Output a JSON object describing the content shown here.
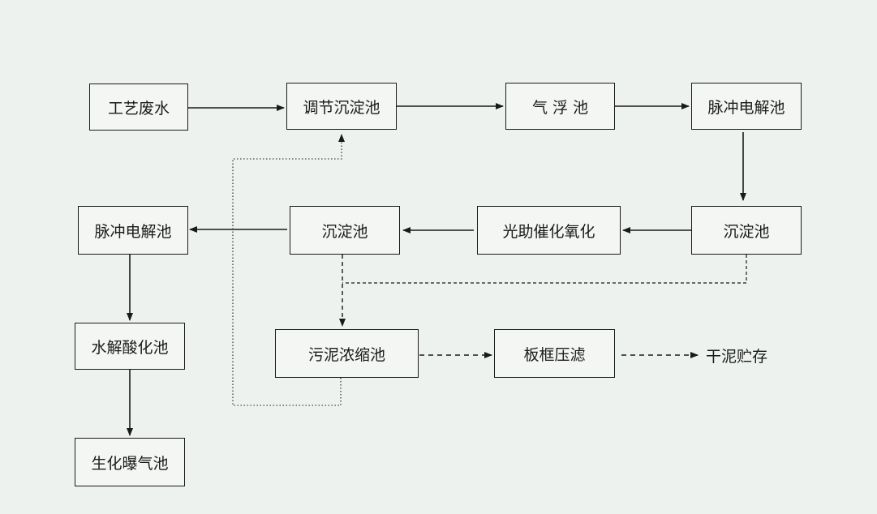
{
  "nodes": {
    "wastewater": "工艺废水",
    "equalization_tank": "调节沉淀池",
    "flotation_tank": "气 浮 池",
    "pulse_electrolysis_1": "脉冲电解池",
    "settling_tank_right": "沉淀池",
    "photocatalytic_oxidation": "光助催化氧化",
    "settling_tank_mid": "沉淀池",
    "pulse_electrolysis_2": "脉冲电解池",
    "hydrolysis_acidification": "水解酸化池",
    "bio_aeration": "生化曝气池",
    "sludge_thickener": "污泥浓缩池",
    "filter_press": "板框压滤",
    "dry_sludge_storage": "干泥贮存"
  },
  "colors": {
    "background": "#eef2ee",
    "box_fill": "#f4f6f3",
    "line": "#1a1a1a"
  }
}
